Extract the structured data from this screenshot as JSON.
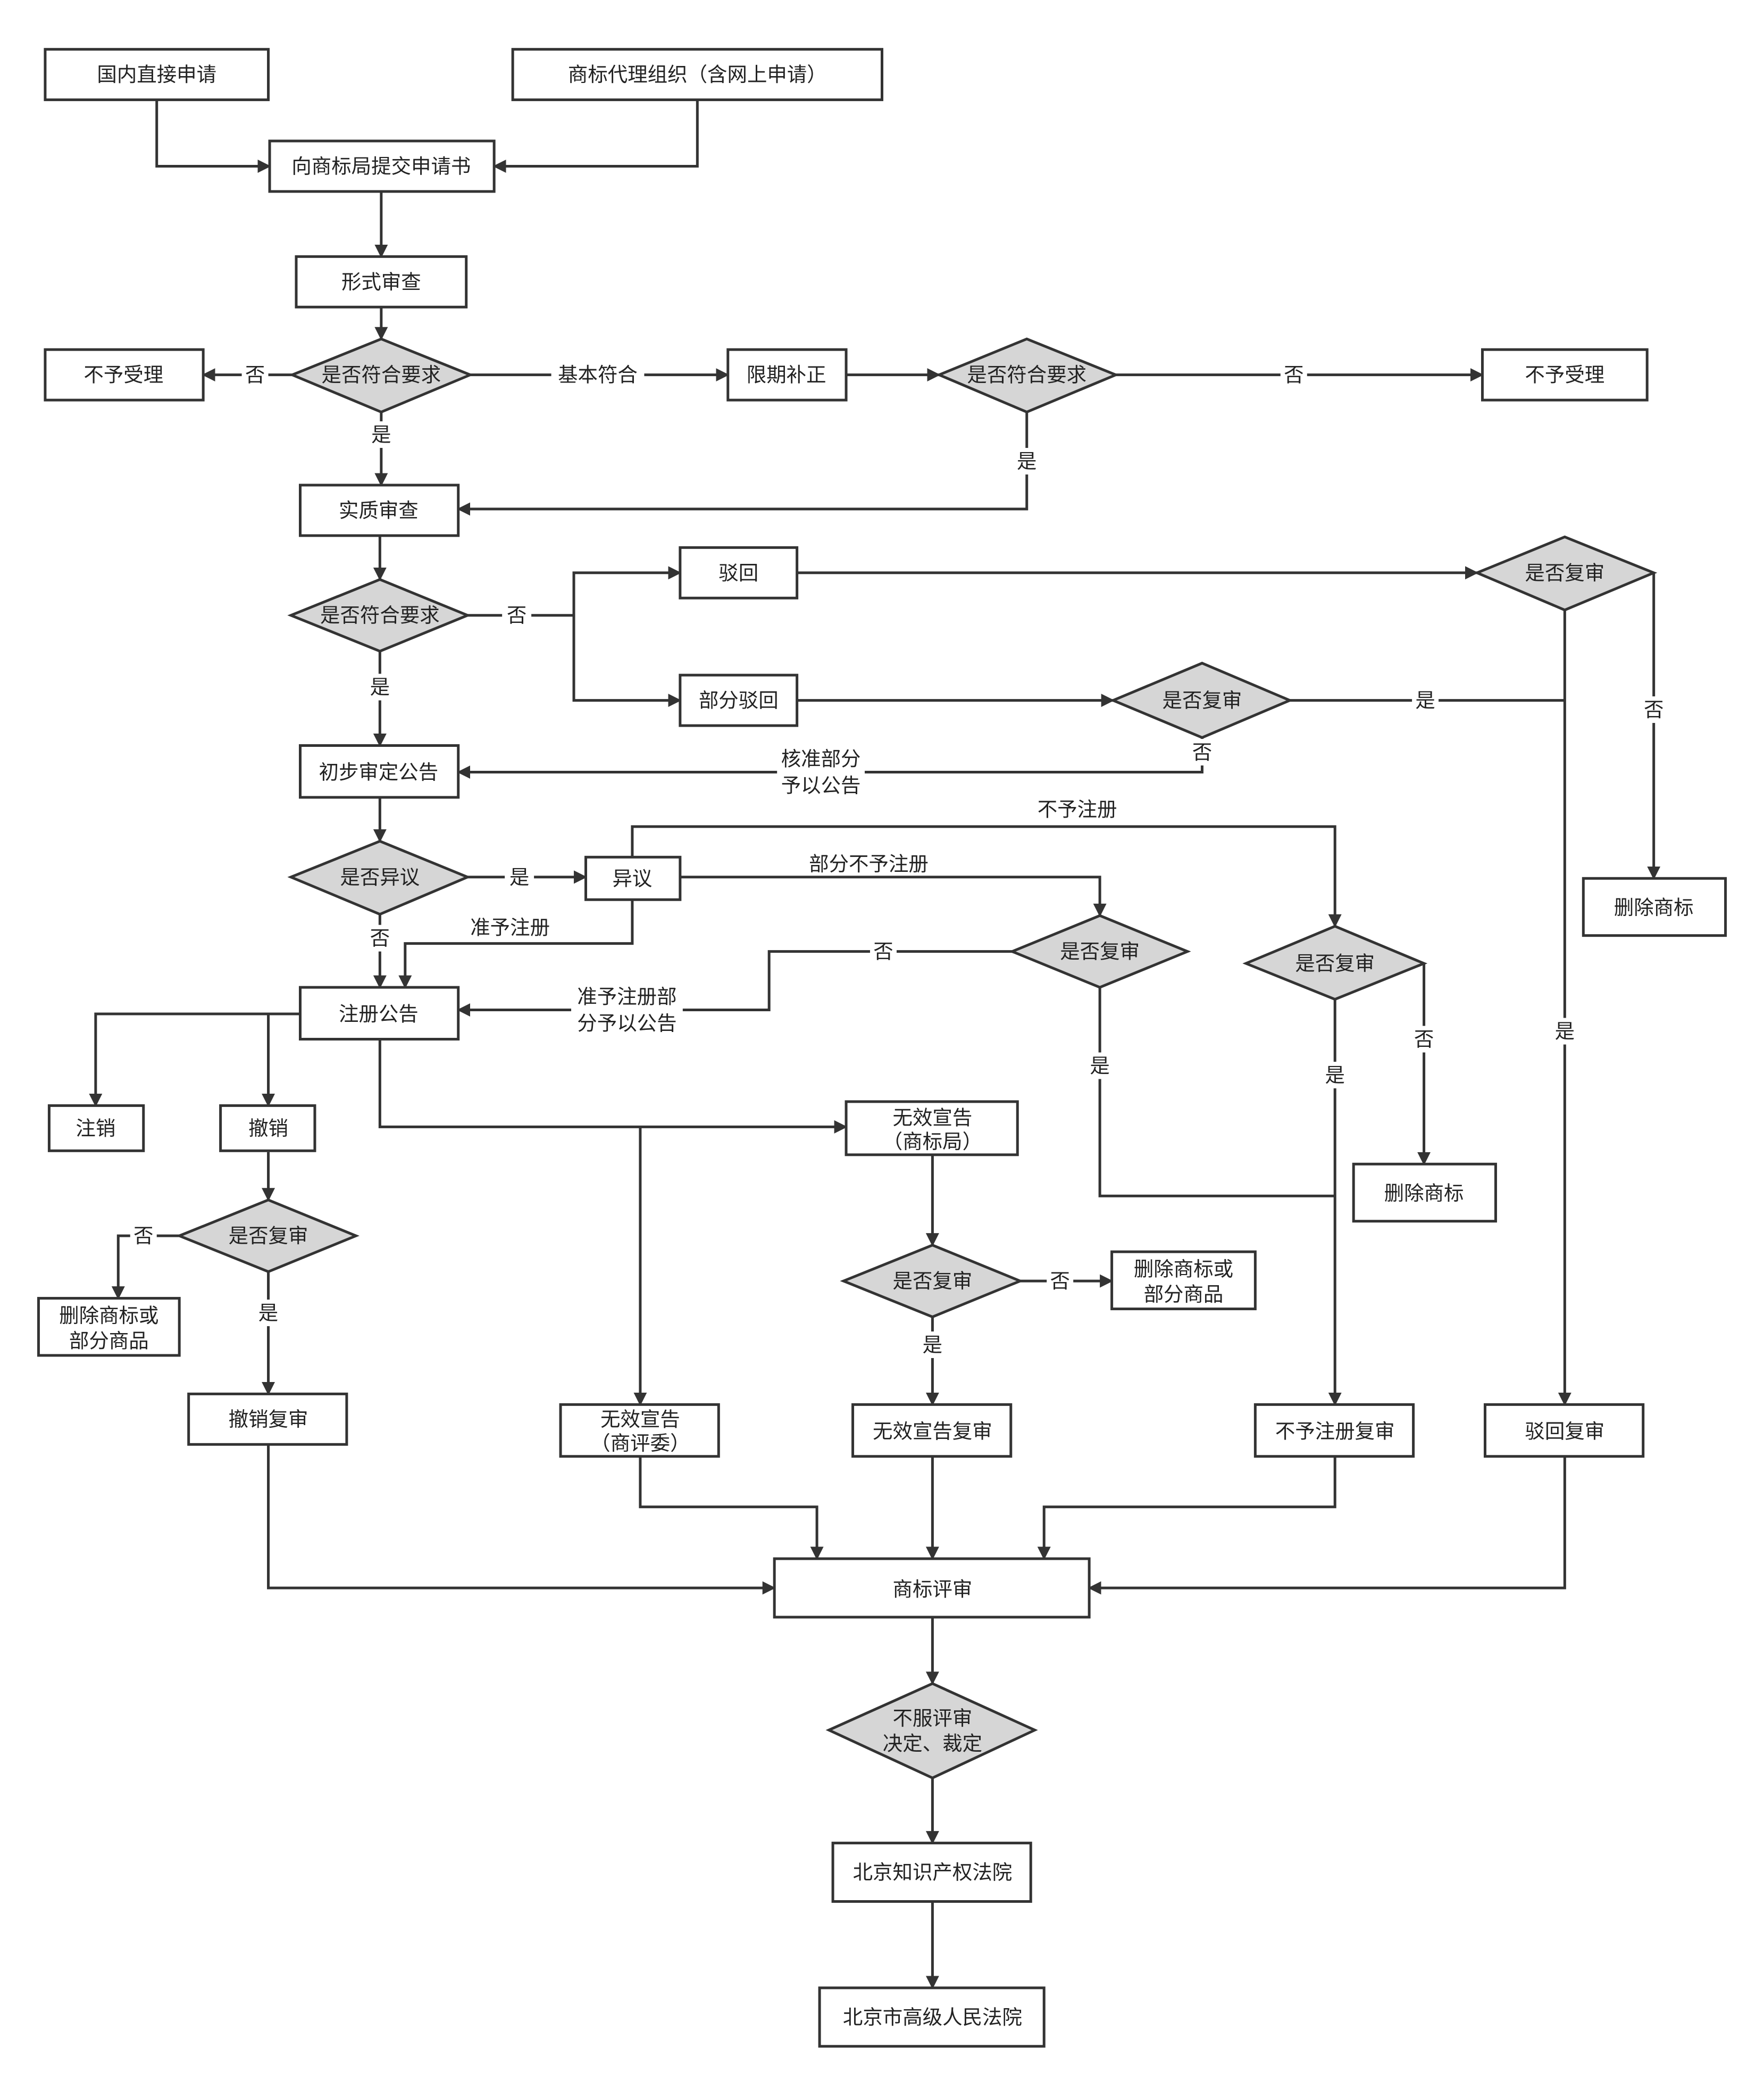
{
  "nodes": {
    "domestic": "国内直接申请",
    "agency": "商标代理组织（含网上申请）",
    "submit": "向商标局提交申请书",
    "formal": "形式审查",
    "d1": "是否符合要求",
    "reject1": "不予受理",
    "correct": "限期补正",
    "d2": "是否符合要求",
    "reject2": "不予受理",
    "substantive": "实质审查",
    "d3": "是否符合要求",
    "bohui": "驳回",
    "partbohui": "部分驳回",
    "d4": "是否复审",
    "d5": "是否复审",
    "delete1": "删除商标",
    "prelim": "初步审定公告",
    "d6": "是否异议",
    "objection": "异议",
    "d7": "是否复审",
    "d8": "是否复审",
    "delete2": "删除商标",
    "regnotice": "注册公告",
    "cancel": "注销",
    "revoke": "撤销",
    "d9": "是否复审",
    "delpart1_1": "删除商标或",
    "delpart1_2": "部分商品",
    "revokereview": "撤销复审",
    "invalid_tmo_1": "无效宣告",
    "invalid_tmo_2": "（商标局）",
    "d10": "是否复审",
    "delpart2_1": "删除商标或",
    "delpart2_2": "部分商品",
    "invalid_trab_1": "无效宣告",
    "invalid_trab_2": "（商评委）",
    "invalidreview": "无效宣告复审",
    "refusereview": "不予注册复审",
    "bohuireview": "驳回复审",
    "trab": "商标评审",
    "d11_1": "不服评审",
    "d11_2": "决定、裁定",
    "ipcourt": "北京知识产权法院",
    "highcourt": "北京市高级人民法院"
  },
  "labels": {
    "no": "否",
    "yes": "是",
    "basic": "基本符合",
    "approve_part_1": "核准部分",
    "approve_part_2": "予以公告",
    "refuse_reg": "不予注册",
    "part_refuse": "部分不予注册",
    "grant_reg": "准予注册",
    "grant_part_1": "准予注册部",
    "grant_part_2": "分予以公告"
  }
}
